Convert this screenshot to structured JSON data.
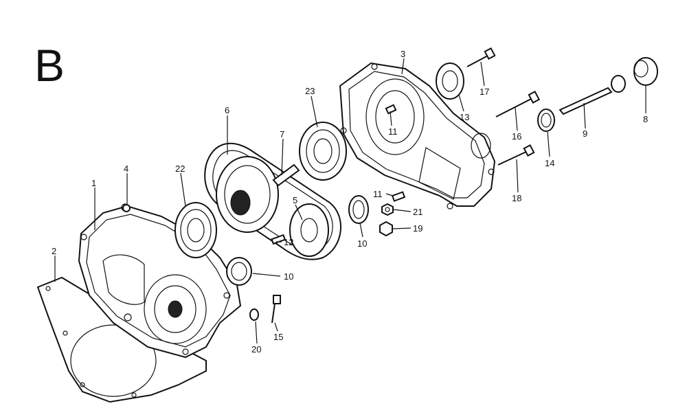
{
  "section_letter": "B",
  "callouts": [
    {
      "id": "1",
      "text": "1"
    },
    {
      "id": "2",
      "text": "2"
    },
    {
      "id": "3",
      "text": "3"
    },
    {
      "id": "4",
      "text": "4"
    },
    {
      "id": "5",
      "text": "5"
    },
    {
      "id": "6",
      "text": "6"
    },
    {
      "id": "7",
      "text": "7"
    },
    {
      "id": "8",
      "text": "8"
    },
    {
      "id": "9",
      "text": "9"
    },
    {
      "id": "10a",
      "text": "10"
    },
    {
      "id": "10b",
      "text": "10"
    },
    {
      "id": "11a",
      "text": "11"
    },
    {
      "id": "11b",
      "text": "11"
    },
    {
      "id": "12",
      "text": "12"
    },
    {
      "id": "13",
      "text": "13"
    },
    {
      "id": "14",
      "text": "14"
    },
    {
      "id": "15",
      "text": "15"
    },
    {
      "id": "16",
      "text": "16"
    },
    {
      "id": "17",
      "text": "17"
    },
    {
      "id": "18",
      "text": "18"
    },
    {
      "id": "19",
      "text": "19"
    },
    {
      "id": "20",
      "text": "20"
    },
    {
      "id": "21",
      "text": "21"
    },
    {
      "id": "22",
      "text": "22"
    },
    {
      "id": "23",
      "text": "23"
    }
  ]
}
